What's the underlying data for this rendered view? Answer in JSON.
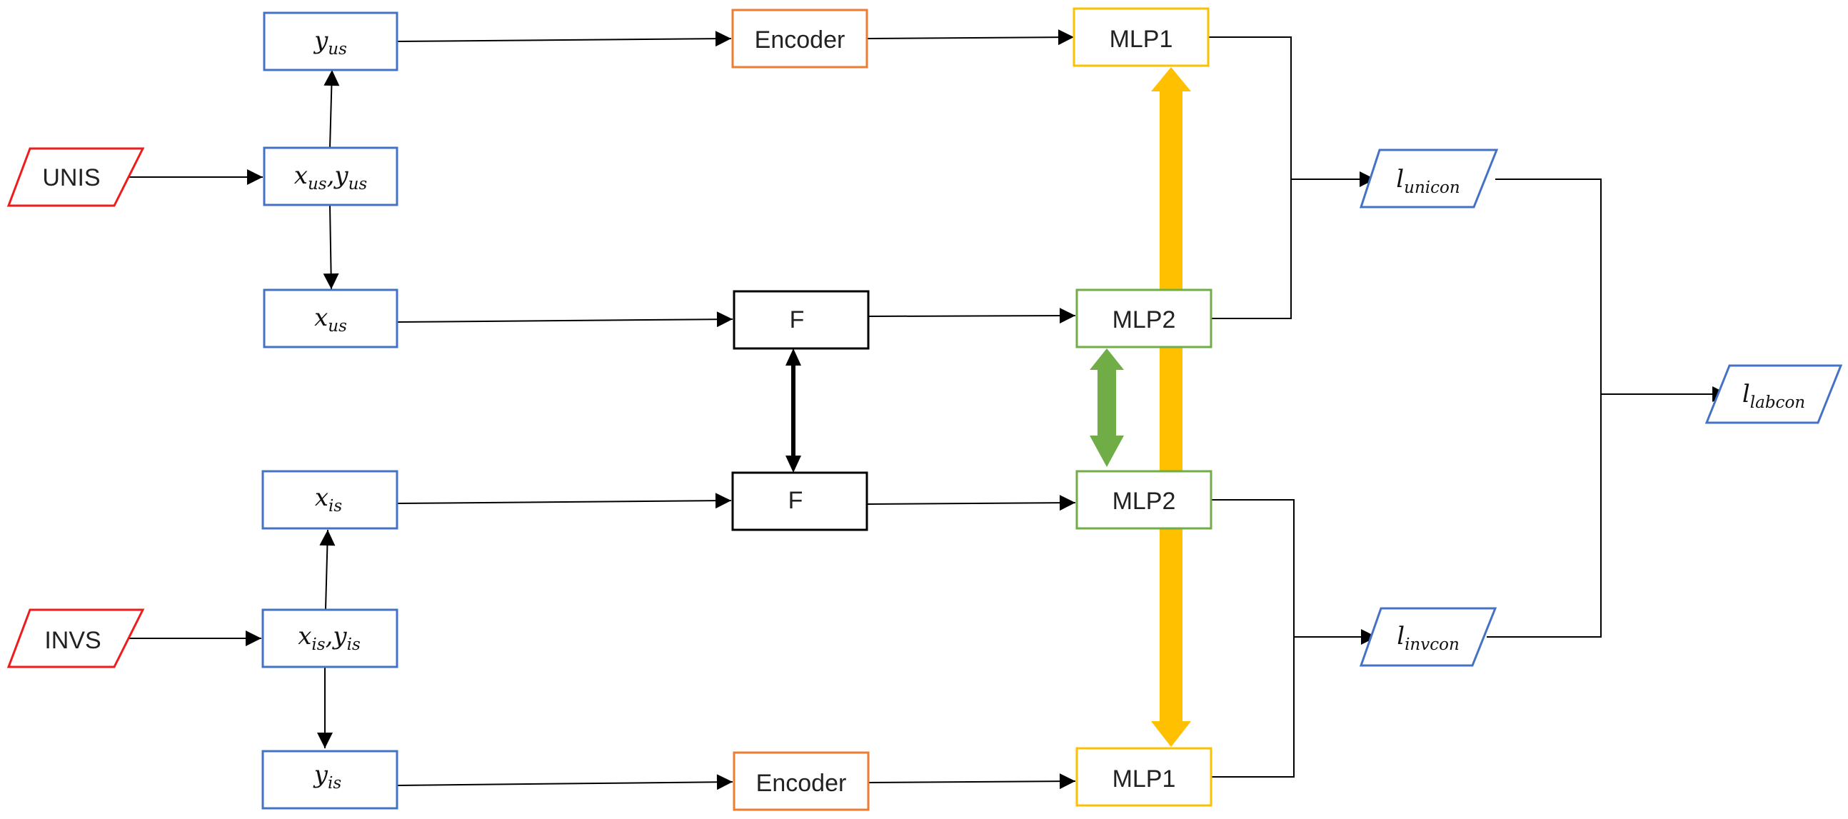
{
  "inputs": {
    "unis": "UNIS",
    "invs": "INVS"
  },
  "top_branch": {
    "pair": {
      "a": "x",
      "a_sub": "us",
      "sep": ",",
      "b": "y",
      "b_sub": "us"
    },
    "y": {
      "base": "y",
      "sub": "us"
    },
    "x": {
      "base": "x",
      "sub": "us"
    },
    "encoder": "Encoder",
    "f": "F",
    "mlp1": "MLP1",
    "mlp2": "MLP2"
  },
  "bottom_branch": {
    "pair": {
      "a": "x",
      "a_sub": "is",
      "sep": ",",
      "b": "y",
      "b_sub": "is"
    },
    "x": {
      "base": "x",
      "sub": "is"
    },
    "y": {
      "base": "y",
      "sub": "is"
    },
    "f": "F",
    "encoder": "Encoder",
    "mlp2": "MLP2",
    "mlp1": "MLP1"
  },
  "losses": {
    "unicon": {
      "base": "l",
      "sub": "unicon"
    },
    "invcon": {
      "base": "l",
      "sub": "invcon"
    },
    "labcon": {
      "base": "l",
      "sub": "labcon"
    }
  },
  "colors": {
    "input_border": "#ee1c1c",
    "data_border": "#4472c4",
    "encoder_border": "#ed7d31",
    "f_border": "#000000",
    "mlp1_border": "#ffc000",
    "mlp2_border": "#70ad47",
    "arrow_mlp1": "#ffc000",
    "arrow_mlp2": "#70ad47",
    "arrow_f": "#000000"
  }
}
